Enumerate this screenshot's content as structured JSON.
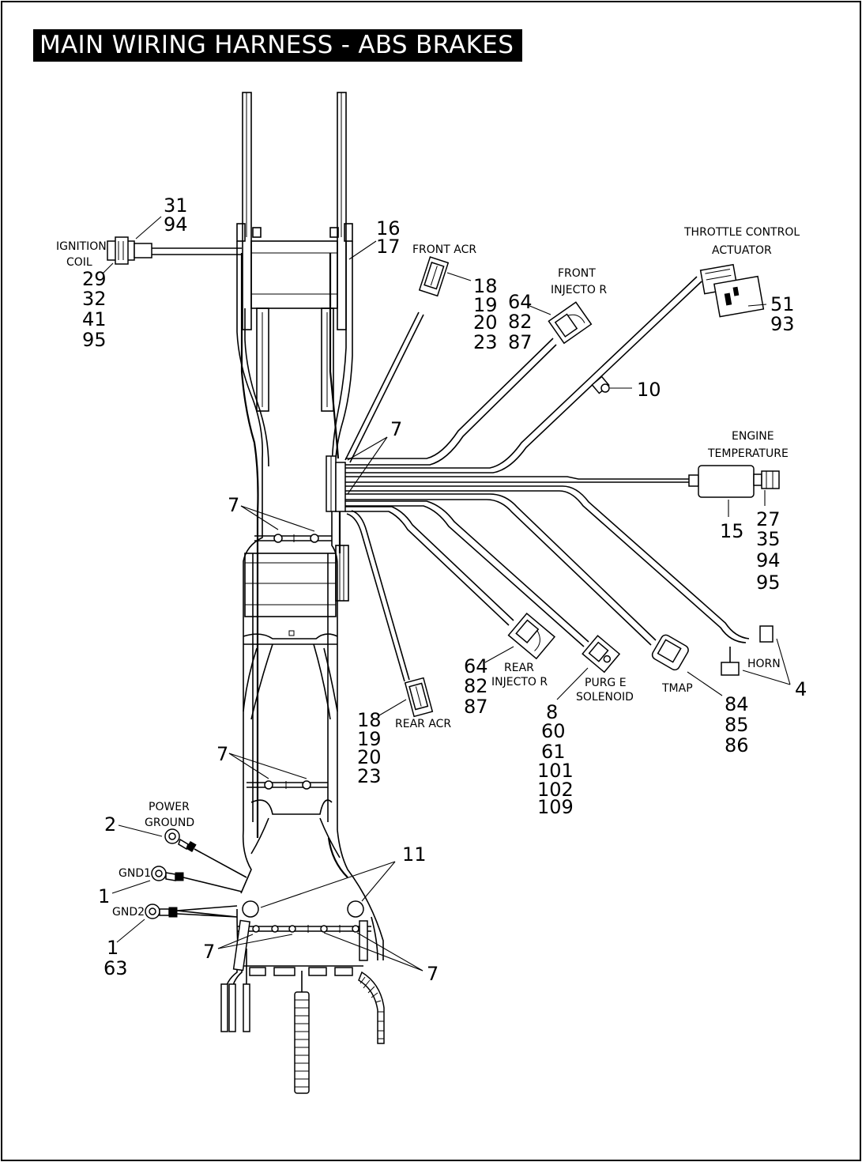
{
  "title": "MAIN WIRING HARNESS - ABS BRAKES",
  "labels": {
    "ignition_coil": [
      "IGNITION",
      "COIL"
    ],
    "front_acr": "FRONT ACR",
    "front_injector": [
      "FRONT",
      "INJECTO R"
    ],
    "throttle_control": [
      "THROTTLE CONTROL",
      "ACTUATOR"
    ],
    "engine_temperature": [
      "ENGINE",
      "TEMPERATURE"
    ],
    "horn": "HORN",
    "tmap": "TMAP",
    "purge_solenoid": [
      "PURG E",
      "SOLENOID"
    ],
    "rear_injector": [
      "REAR",
      "INJECTO R"
    ],
    "rear_acr": "REAR ACR",
    "power_ground": [
      "POWER",
      "GROUND"
    ],
    "gnd1": "GND1",
    "gnd2": "GND2"
  },
  "callouts": {
    "ignition_top": [
      "31",
      "94"
    ],
    "ignition_bottom": [
      "29",
      "32",
      "41",
      "95"
    ],
    "frame_16_17": [
      "16",
      "17"
    ],
    "front_acr": [
      "18",
      "19",
      "20",
      "23"
    ],
    "front_injector": [
      "64",
      "82",
      "87"
    ],
    "throttle": [
      "51",
      "93"
    ],
    "clip_10": "10",
    "clamp_7_upper": "7",
    "clamp_7_left": "7",
    "engine_temp_15": "15",
    "engine_temp_connector": [
      "27",
      "35",
      "94",
      "95"
    ],
    "horn_4": "4",
    "tmap": [
      "84",
      "85",
      "86"
    ],
    "purge": [
      "8",
      "60",
      "61",
      "101",
      "102",
      "109"
    ],
    "rear_injector": [
      "64",
      "82",
      "87"
    ],
    "rear_acr": [
      "18",
      "19",
      "20",
      "23"
    ],
    "clamp_7_mid": "7",
    "power_ground_2": "2",
    "gnd1_1": "1",
    "gnd2": [
      "1",
      "63"
    ],
    "grommet_11": "11",
    "clamp_7_lower_left": "7",
    "clamp_7_lower_right": "7"
  },
  "colors": {
    "ink": "#000000",
    "paper": "#ffffff"
  }
}
